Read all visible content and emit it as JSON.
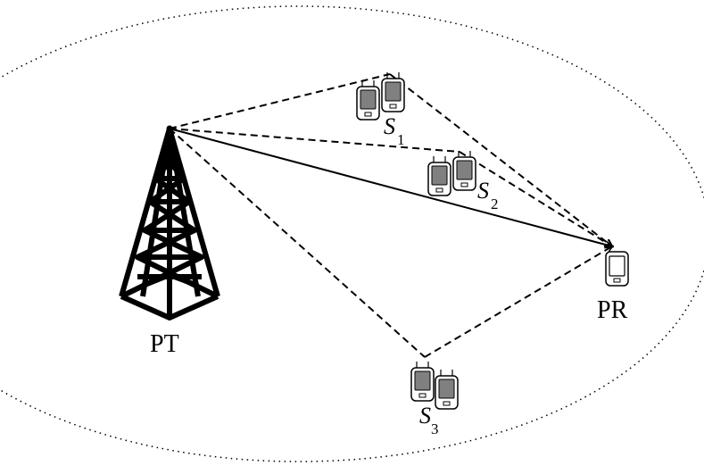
{
  "nodes": {
    "pt": {
      "label": "PT"
    },
    "pr": {
      "label": "PR"
    }
  },
  "secondary_pairs": [
    {
      "letter": "S",
      "index": "1"
    },
    {
      "letter": "S",
      "index": "2"
    },
    {
      "letter": "S",
      "index": "3"
    }
  ],
  "links": [
    {
      "from": "PT",
      "to": "PR",
      "style": "solid"
    },
    {
      "from": "PT",
      "to": "S1",
      "style": "dashed"
    },
    {
      "from": "PT",
      "to": "S2",
      "style": "dashed"
    },
    {
      "from": "PT",
      "to": "S3",
      "style": "dashed"
    },
    {
      "from": "S1",
      "to": "PR",
      "style": "dashed"
    },
    {
      "from": "S2",
      "to": "PR",
      "style": "dashed"
    },
    {
      "from": "S3",
      "to": "PR",
      "style": "dashed"
    }
  ],
  "coverage_area": {
    "style": "dotted-ellipse"
  },
  "colors": {
    "line": "#000000",
    "screen": "#808080",
    "background": "#ffffff"
  }
}
